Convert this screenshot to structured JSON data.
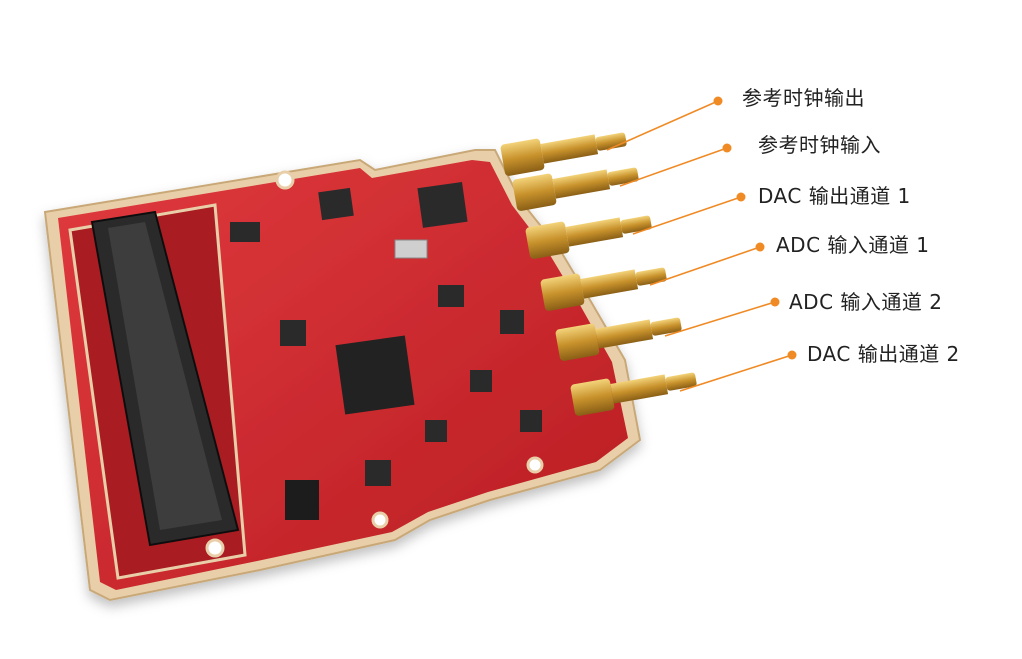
{
  "colors": {
    "pcb_red": "#d4262b",
    "pcb_edge": "#e8c9a0",
    "gold": "#d8a93a",
    "leader_line": "#f08a24",
    "label_text": "#222222"
  },
  "callouts": [
    {
      "label": "参考时钟输出"
    },
    {
      "label": "参考时钟输入"
    },
    {
      "label": "DAC 输出通道 1"
    },
    {
      "label": "ADC 输入通道 1"
    },
    {
      "label": "ADC 输入通道 2"
    },
    {
      "label": "DAC 输出通道 2"
    }
  ]
}
